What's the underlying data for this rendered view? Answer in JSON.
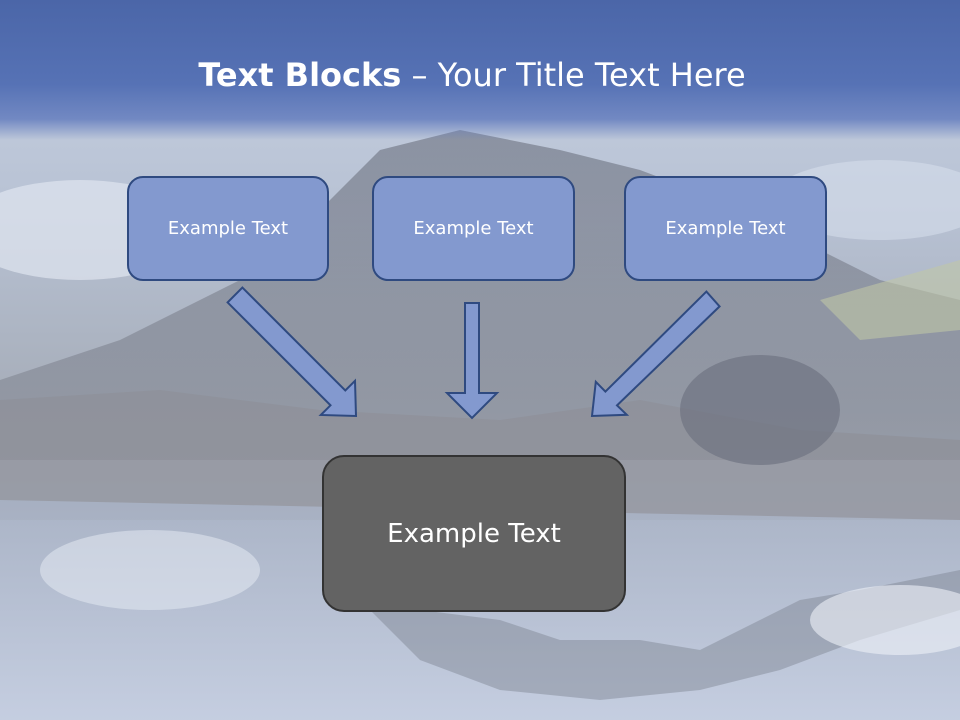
{
  "slide": {
    "title_bold": "Text Blocks",
    "title_separator": " – ",
    "title_rest": "Your Title Text Here"
  },
  "blocks": {
    "top": [
      "Example Text",
      "Example Text",
      "Example Text"
    ],
    "bottom": "Example Text"
  },
  "colors": {
    "header": "#5672b5",
    "block_fill": "#8399cf",
    "block_border": "#2f4a80",
    "main_fill": "#636363",
    "arrow_fill": "#8399cf"
  }
}
